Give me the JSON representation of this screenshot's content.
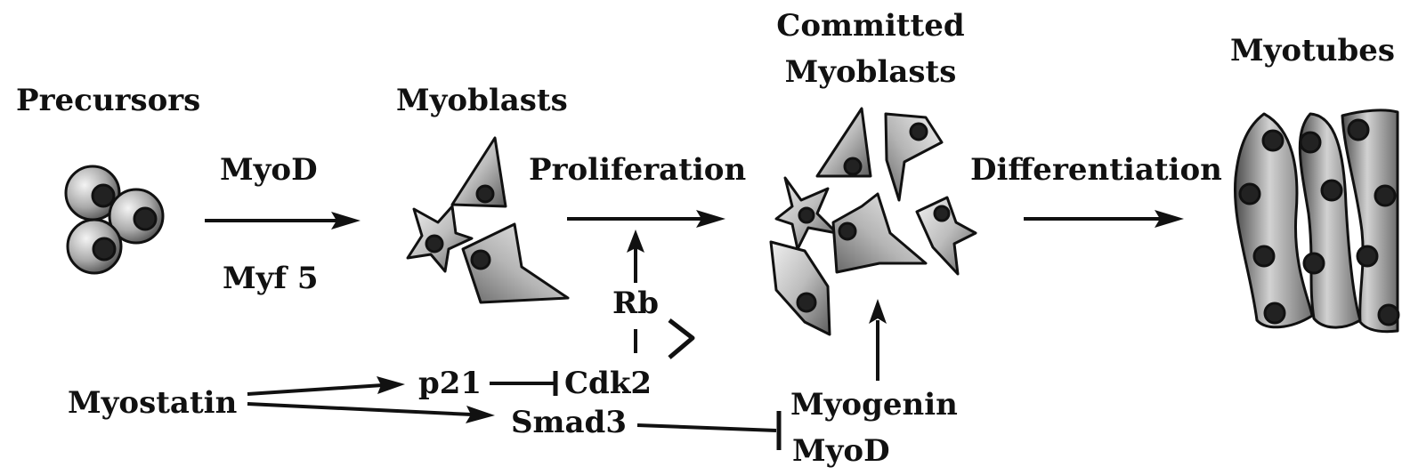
{
  "stages": {
    "precursors": "Precursors",
    "myoblasts": "Myoblasts",
    "committed_line1": "Committed",
    "committed_line2": "Myoblasts",
    "myotubes": "Myotubes"
  },
  "processes": {
    "proliferation": "Proliferation",
    "differentiation": "Differentiation"
  },
  "factors": {
    "myod_top": "MyoD",
    "myf5": "Myf 5",
    "rb": "Rb",
    "myostatin": "Myostatin",
    "p21": "p21",
    "cdk2": "Cdk2",
    "smad3": "Smad3",
    "myogenin": "Myogenin",
    "myod_bottom": "MyoD"
  },
  "colors": {
    "ink": "#111111",
    "cell_light": "#e8e8e8",
    "cell_dark": "#6a6a6a",
    "nucleus": "#222222"
  }
}
